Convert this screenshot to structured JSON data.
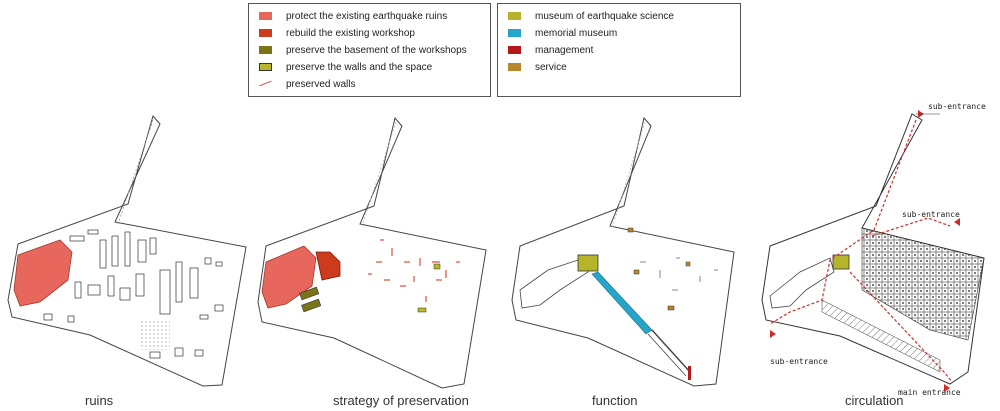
{
  "legend_left": [
    {
      "label": "protect the existing earthquake ruins",
      "color": "#e8675c",
      "kind": "swatch"
    },
    {
      "label": "rebuild the existing workshop",
      "color": "#cc3b1c",
      "kind": "swatch"
    },
    {
      "label": "preserve the basement of the workshops",
      "color": "#7a7418",
      "kind": "swatch"
    },
    {
      "label": "preserve the walls and the space",
      "color": "#b9b52c",
      "kind": "outlined"
    },
    {
      "label": "preserved walls",
      "color": "#e04a3a",
      "kind": "line"
    }
  ],
  "legend_right": [
    {
      "label": "museum of earthquake science",
      "color": "#b6b52a"
    },
    {
      "label": "memorial museum",
      "color": "#25a6c8"
    },
    {
      "label": "management",
      "color": "#b51a1a"
    },
    {
      "label": "service",
      "color": "#b8862a"
    }
  ],
  "panels": {
    "ruins": "ruins",
    "strategy": "strategy of preservation",
    "function": "function",
    "circulation": "circulation"
  },
  "circulation_labels": {
    "sub_entrance_top": "sub-entrance",
    "sub_entrance_mid": "sub-entrance",
    "sub_entrance_left": "sub-entrance",
    "main_entrance": "main entrance"
  }
}
